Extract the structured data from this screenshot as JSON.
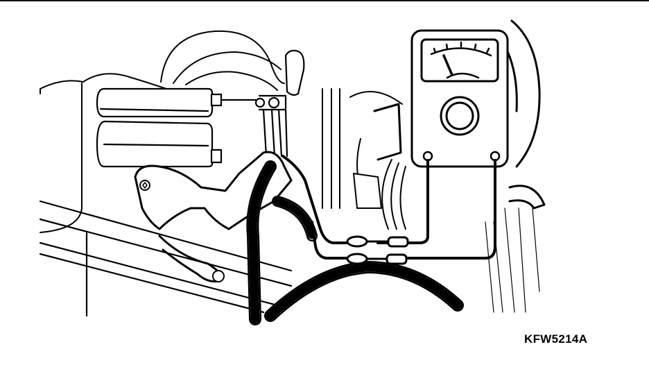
{
  "figure": {
    "code": "KFW5214A",
    "subject": "meter-backprobe-sensor-connector",
    "colors": {
      "ink": "#000000",
      "paper": "#ffffff"
    }
  },
  "components": [
    {
      "name": "analog-meter",
      "label": ""
    },
    {
      "name": "throttle-position-sensor",
      "label": ""
    },
    {
      "name": "sensor-connector",
      "label": ""
    },
    {
      "name": "wiring-harness",
      "label": ""
    },
    {
      "name": "meter-test-leads",
      "label": ""
    }
  ]
}
